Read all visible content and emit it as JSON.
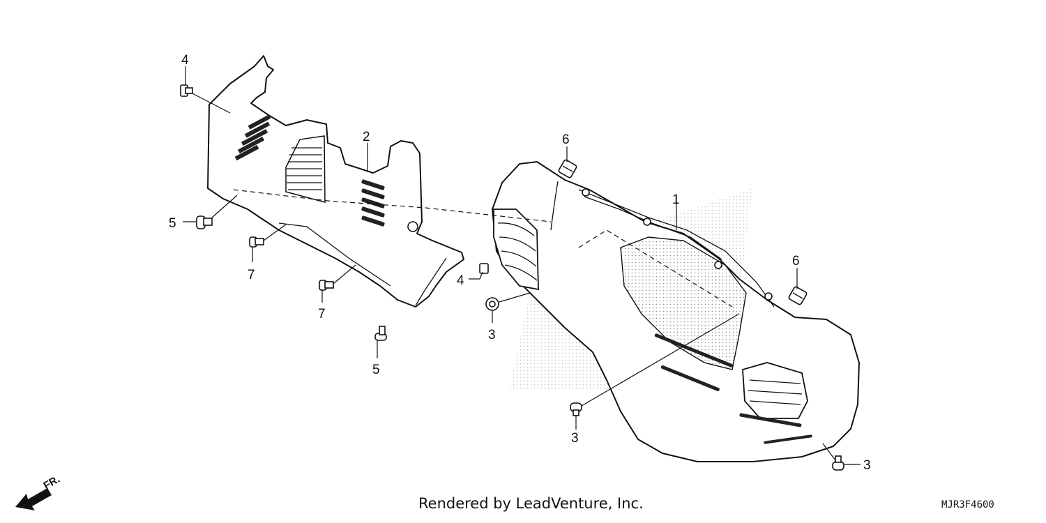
{
  "callouts": {
    "c1": "1",
    "c2": "2",
    "c3a": "3",
    "c3b": "3",
    "c3c": "3",
    "c4a": "4",
    "c4b": "4",
    "c5a": "5",
    "c5b": "5",
    "c6a": "6",
    "c6b": "6",
    "c7a": "7",
    "c7b": "7"
  },
  "front_indicator": "FR.",
  "credit": "Rendered by LeadVenture, Inc.",
  "diagram_code": "MJR3F4600"
}
